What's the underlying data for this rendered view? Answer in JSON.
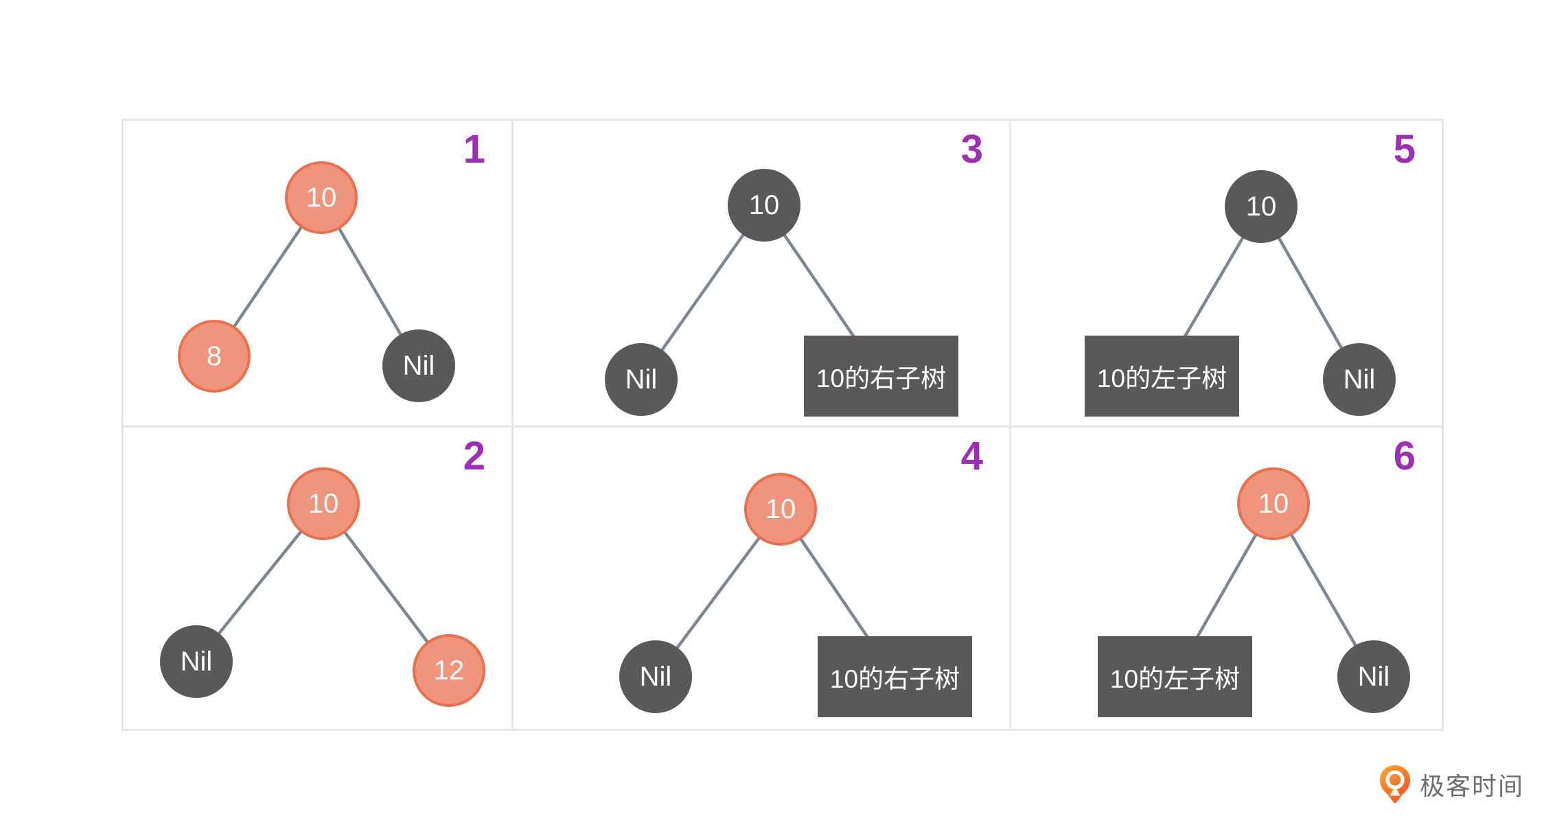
{
  "colors": {
    "accent": "#f0947d",
    "accent_border": "#ea7150",
    "node_dark": "#5a5858",
    "node_text": "#ffffff",
    "edge": "#7b8795",
    "panel_number": "#9c2fb3",
    "panel_border": "#eae4f0",
    "logo_text": "#6f6d6e",
    "logo_orange_light": "#fbab38",
    "logo_orange_dark": "#f4511e"
  },
  "panels": [
    {
      "number": "1",
      "root": {
        "label": "10"
      },
      "left": {
        "label": "8"
      },
      "right": {
        "label": "Nil"
      }
    },
    {
      "number": "2",
      "root": {
        "label": "10"
      },
      "left": {
        "label": "Nil"
      },
      "right": {
        "label": "12"
      }
    },
    {
      "number": "3",
      "root": {
        "label": "10"
      },
      "left": {
        "label": "Nil"
      },
      "right": {
        "label": "10的右子树"
      }
    },
    {
      "number": "4",
      "root": {
        "label": "10"
      },
      "left": {
        "label": "Nil"
      },
      "right": {
        "label": "10的右子树"
      }
    },
    {
      "number": "5",
      "root": {
        "label": "10"
      },
      "left": {
        "label": "10的左子树"
      },
      "right": {
        "label": "Nil"
      }
    },
    {
      "number": "6",
      "root": {
        "label": "10"
      },
      "left": {
        "label": "10的左子树"
      },
      "right": {
        "label": "Nil"
      }
    }
  ],
  "logo": {
    "text": "极客时间"
  }
}
